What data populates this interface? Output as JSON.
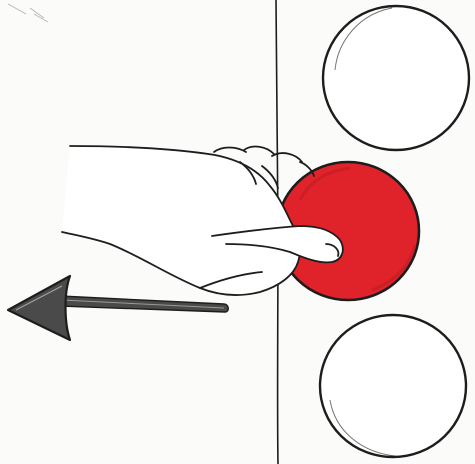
{
  "illustration": {
    "style": "pencil sketch",
    "colors": {
      "paper": "#fbfbf9",
      "ink": "#1d1d1d",
      "arrow_fill": "#4a4a4a",
      "ball_red": "#e0232a"
    },
    "elements": [
      "divider-line",
      "empty-circle-top",
      "red-ball",
      "hand-gripping-ball",
      "arrow-left",
      "empty-circle-bottom"
    ]
  }
}
